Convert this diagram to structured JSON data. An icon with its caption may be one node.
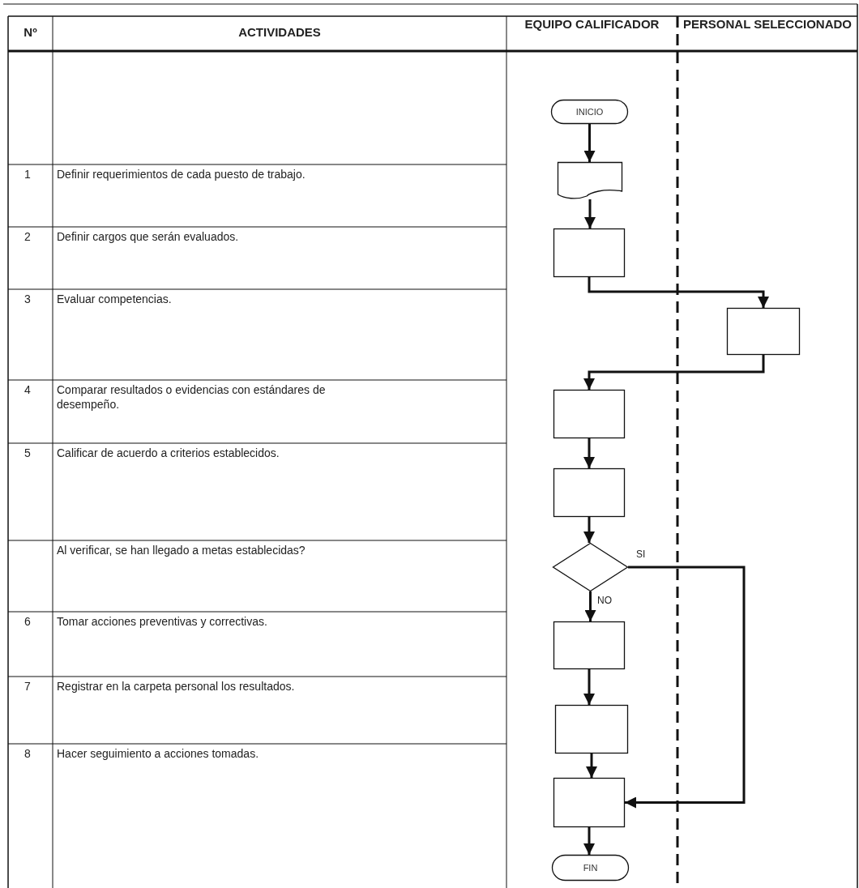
{
  "diagram": {
    "nodes": [
      {
        "text": [
          "INICIO"
        ]
      },
      {
        "text": [],
        "shape": "document"
      },
      {
        "text": [],
        "shape": "box"
      },
      {
        "text": [],
        "shape": "box"
      },
      {
        "text": [],
        "shape": "box"
      },
      {
        "text": [],
        "shape": "box"
      },
      {
        "text": [],
        "shape": "diamond"
      },
      {
        "text": [],
        "shape": "box"
      },
      {
        "text": [],
        "shape": "box"
      },
      {
        "text": [],
        "shape": "box"
      },
      {
        "text": [
          "FIN"
        ]
      }
    ],
    "edges": [
      {
        "from": 0,
        "to": 1,
        "arrow": "to"
      },
      {
        "from": 1,
        "to": 2,
        "arrow": "to"
      },
      {
        "from": 2,
        "to": 3,
        "arrow": "to"
      },
      {
        "from": 3,
        "to": 4,
        "arrow": "to"
      },
      {
        "from": 4,
        "to": 5,
        "arrow": "to"
      },
      {
        "from": 5,
        "to": 6,
        "arrow": "to"
      },
      {
        "from": 6,
        "to": 7,
        "arrow": "to",
        "label": "NO"
      },
      {
        "from": 6,
        "to": 9,
        "arrow": "to",
        "label": "SI"
      },
      {
        "from": 7,
        "to": 8,
        "arrow": "to"
      },
      {
        "from": 8,
        "to": 9,
        "arrow": "to"
      },
      {
        "from": 9,
        "to": 10,
        "arrow": "to"
      }
    ],
    "labels": [
      "Nº",
      "ACTIVIDADES",
      "EQUIPO CALIFICADOR",
      "PERSONAL SELECCIONADO",
      "1",
      "Definir requerimientos de cada puesto de trabajo.",
      "2",
      "Definir cargos que serán evaluados.",
      "3",
      "Evaluar competencias.",
      "4",
      "Comparar resultados o evidencias con estándares de desempeño.",
      "5",
      "Calificar de acuerdo a criterios establecidos.",
      "Al verificar, se han llegado a metas establecidas?",
      "6",
      "Tomar acciones preventivas y correctivas.",
      "7",
      "Registrar en la carpeta personal los resultados.",
      "8",
      "Hacer seguimiento a acciones tomadas."
    ]
  }
}
